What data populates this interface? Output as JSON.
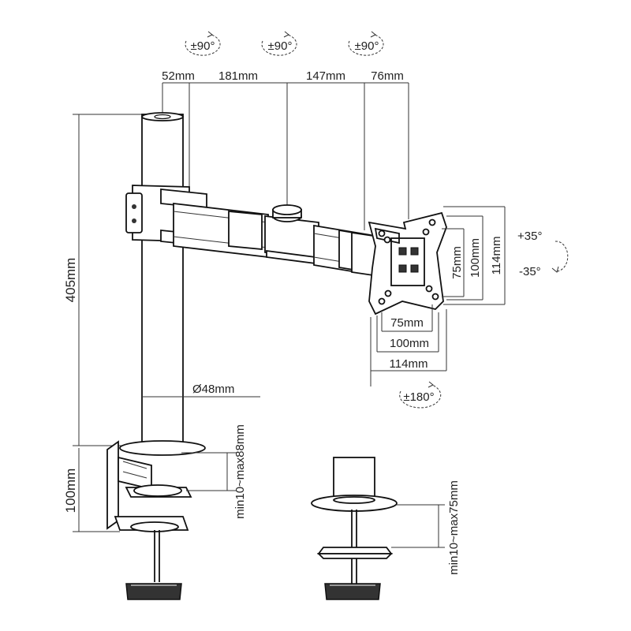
{
  "rotation": {
    "arm_1": "±90°",
    "arm_2": "±90°",
    "arm_3": "±90°",
    "tilt_up": "+35°",
    "tilt_down": "-35°",
    "plate_rotate": "±180°"
  },
  "dimensions": {
    "seg_1": "52mm",
    "seg_2": "181mm",
    "seg_3": "147mm",
    "seg_4": "76mm",
    "pole_height": "405mm",
    "pole_diameter": "Ø48mm",
    "clamp_height": "100mm",
    "clamp_range": "min10~max88mm",
    "grommet_range": "min10~max75mm"
  },
  "vesa": {
    "h_75": "75mm",
    "h_100": "100mm",
    "h_114": "114mm",
    "v_75": "75mm",
    "v_100": "100mm",
    "v_114": "114mm"
  }
}
